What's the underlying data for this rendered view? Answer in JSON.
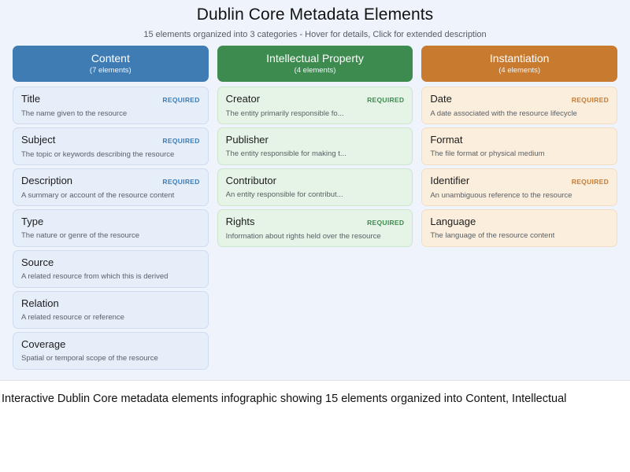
{
  "header": {
    "title": "Dublin Core Metadata Elements",
    "subtitle": "15 elements organized into 3 categories - Hover for details, Click for extended description"
  },
  "colors": {
    "content": "#3f7cb4",
    "intellectual_property": "#3d8b4f",
    "instantiation": "#c87a2f",
    "panel_background": "#eff4fc",
    "content_card": "#e6eefa",
    "ip_card": "#e5f4e6",
    "instantiation_card": "#fbeedd"
  },
  "required_label": "REQUIRED",
  "categories": [
    {
      "name": "Content",
      "count_label": "(7 elements)",
      "element_count": 7,
      "elements": [
        {
          "title": "Title",
          "description": "The name given to the resource",
          "required": true
        },
        {
          "title": "Subject",
          "description": "The topic or keywords describing the resource",
          "required": true
        },
        {
          "title": "Description",
          "description": "A summary or account of the resource content",
          "required": true
        },
        {
          "title": "Type",
          "description": "The nature or genre of the resource",
          "required": false
        },
        {
          "title": "Source",
          "description": "A related resource from which this is derived",
          "required": false
        },
        {
          "title": "Relation",
          "description": "A related resource or reference",
          "required": false
        },
        {
          "title": "Coverage",
          "description": "Spatial or temporal scope of the resource",
          "required": false
        }
      ]
    },
    {
      "name": "Intellectual Property",
      "count_label": "(4 elements)",
      "element_count": 4,
      "elements": [
        {
          "title": "Creator",
          "description": "The entity primarily responsible fo...",
          "required": true
        },
        {
          "title": "Publisher",
          "description": "The entity responsible for making t...",
          "required": false
        },
        {
          "title": "Contributor",
          "description": "An entity responsible for contribut...",
          "required": false
        },
        {
          "title": "Rights",
          "description": "Information about rights held over the resource",
          "required": true
        }
      ]
    },
    {
      "name": "Instantiation",
      "count_label": "(4 elements)",
      "element_count": 4,
      "elements": [
        {
          "title": "Date",
          "description": "A date associated with the resource lifecycle",
          "required": true
        },
        {
          "title": "Format",
          "description": "The file format or physical medium",
          "required": false
        },
        {
          "title": "Identifier",
          "description": "An unambiguous reference to the resource",
          "required": true
        },
        {
          "title": "Language",
          "description": "The language of the resource content",
          "required": false
        }
      ]
    }
  ],
  "caption": "Interactive Dublin Core metadata elements infographic showing 15 elements organized into Content, Intellectual"
}
